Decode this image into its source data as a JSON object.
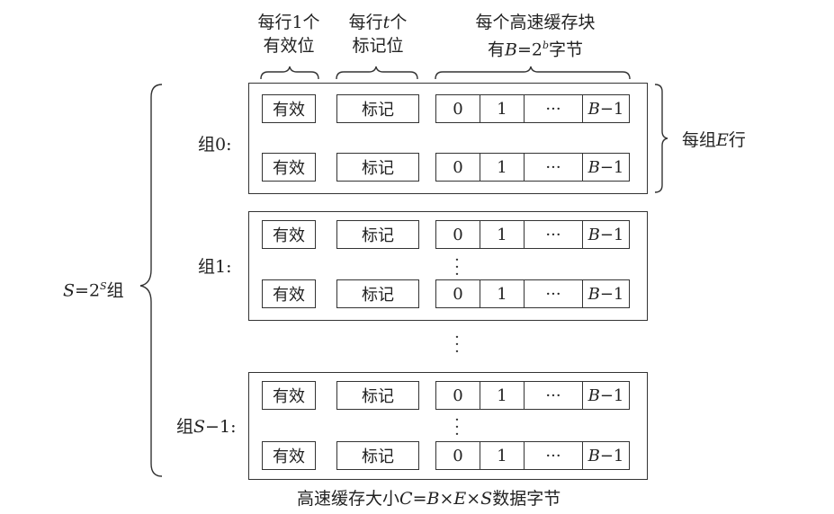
{
  "headers": {
    "valid_bit": [
      "每行1个",
      "有效位"
    ],
    "tag_bits_prefix": "每行",
    "tag_bits_var": "t",
    "tag_bits_suffix": "个",
    "tag_bits_line2": "标记位",
    "block_line1": "每个高速缓存块",
    "block_line2_prefix": "有",
    "block_line2_var": "B",
    "block_line2_eq": "=2",
    "block_line2_exp": "b",
    "block_line2_suffix": "字节"
  },
  "cells": {
    "valid": "有效",
    "tag": "标记",
    "byte0": "0",
    "byte1": "1",
    "ellipsis": "···",
    "last_var": "B",
    "last_suffix": "−1"
  },
  "groups": [
    {
      "prefix": "组",
      "var": "",
      "num": "0",
      "colon": ":"
    },
    {
      "prefix": "组",
      "var": "",
      "num": "1",
      "colon": ":"
    },
    {
      "prefix": "组",
      "var": "S",
      "num": "−1",
      "colon": ":"
    }
  ],
  "lines_per_set": {
    "prefix": "每组",
    "var": "E",
    "suffix": "行"
  },
  "sets_label": {
    "var": "S",
    "eq": "=2",
    "exp": "S",
    "suffix": "组"
  },
  "caption": {
    "prefix": "高速缓存大小",
    "c": "C",
    "eq1": "=",
    "b": "B",
    "times1": "×",
    "e": "E",
    "times2": "×",
    "s": "S",
    "suffix": "数据字节"
  }
}
